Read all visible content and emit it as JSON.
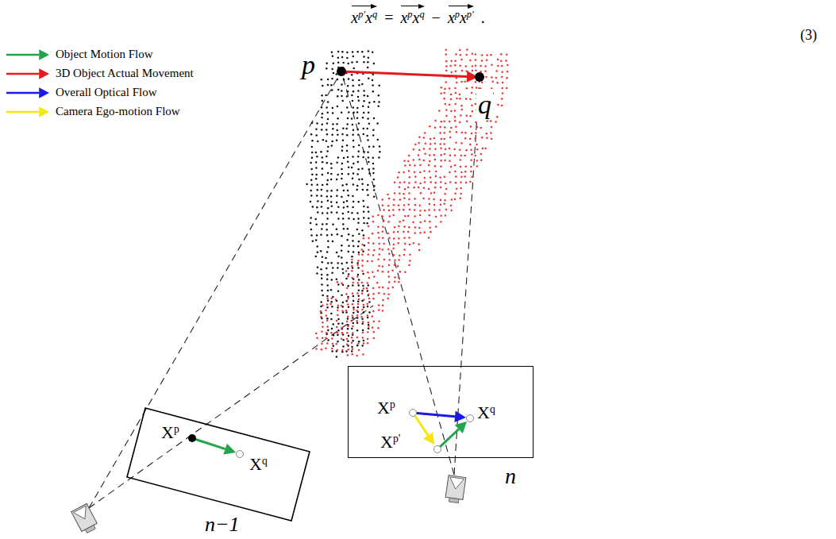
{
  "diagram": {
    "nodes": [
      {
        "text": [
          "Xp",
          "Xq",
          "n−1"
        ]
      },
      {
        "text": [
          "Xp",
          "Xq",
          "Xp'",
          "n"
        ]
      }
    ],
    "labels": [
      "xp'xq",
      "=",
      "xpxq",
      "−",
      "xpxp'",
      ".",
      "(3)",
      "p",
      "q"
    ],
    "legend": [
      {
        "text": "Object Motion Flow",
        "color": "#1fa64a"
      },
      {
        "text": "3D Object Actual Movement",
        "color": "#e8191c"
      },
      {
        "text": "Overall Optical Flow",
        "color": "#1a1ae6"
      },
      {
        "text": "Camera Ego-motion Flow",
        "color": "#f5e614"
      }
    ]
  }
}
